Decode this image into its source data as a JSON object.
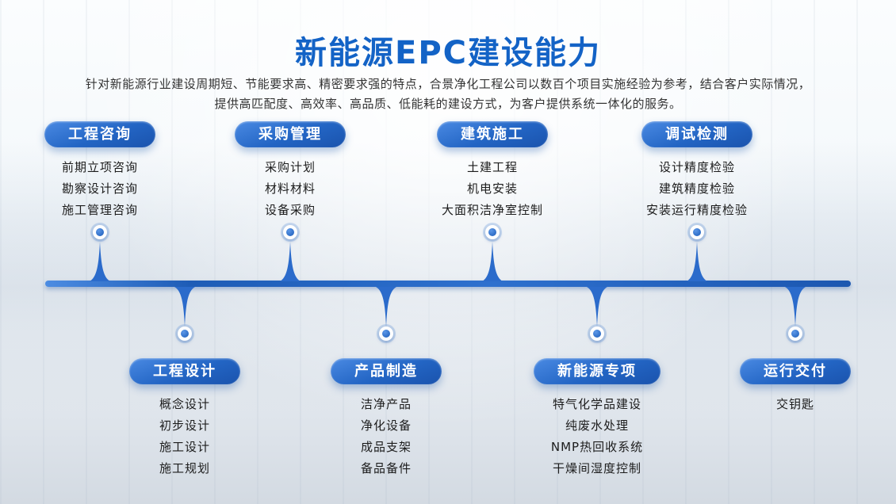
{
  "header": {
    "title": "新能源EPC建设能力",
    "description_line1": "针对新能源行业建设周期短、节能要求高、精密要求强的特点，合景净化工程公司以数百个项目实施经验为参考，结合客户实际情况，",
    "description_line2": "提供高匹配度、高效率、高品质、低能耗的建设方式，为客户提供系统一体化的服务。"
  },
  "timeline": {
    "top": [
      {
        "label": "工程咨询",
        "items": [
          "前期立项咨询",
          "勘察设计咨询",
          "施工管理咨询"
        ]
      },
      {
        "label": "采购管理",
        "items": [
          "采购计划",
          "材料材料",
          "设备采购"
        ]
      },
      {
        "label": "建筑施工",
        "items": [
          "土建工程",
          "机电安装",
          "大面积洁净室控制"
        ]
      },
      {
        "label": "调试检测",
        "items": [
          "设计精度检验",
          "建筑精度检验",
          "安装运行精度检验"
        ]
      }
    ],
    "bottom": [
      {
        "label": "工程设计",
        "items": [
          "概念设计",
          "初步设计",
          "施工设计",
          "施工规划"
        ]
      },
      {
        "label": "产品制造",
        "items": [
          "洁净产品",
          "净化设备",
          "成品支架",
          "备品备件"
        ]
      },
      {
        "label": "新能源专项",
        "items": [
          "特气化学品建设",
          "纯废水处理",
          "NMP热回收系统",
          "干燥间湿度控制"
        ]
      },
      {
        "label": "运行交付",
        "items": [
          "交钥匙"
        ]
      }
    ]
  },
  "colors": {
    "title_blue": "#1363c6",
    "pill_gradient_start": "#4a8ae3",
    "pill_gradient_end": "#1a53ad",
    "timeline_bar": "#2e70ce",
    "body_text": "#1c1c1c"
  }
}
